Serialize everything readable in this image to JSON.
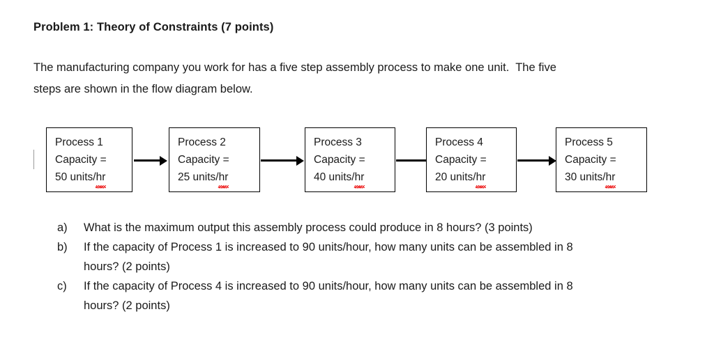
{
  "document": {
    "title": "Problem 1: Theory of Constraints (7 points)",
    "intro": {
      "line1": "The manufacturing company you work for has a five step assembly process to make one unit.  The five",
      "line2": "steps are shown in the flow diagram below."
    }
  },
  "flow_diagram": {
    "connector_icon": "arrow-right-icon",
    "boxes": [
      {
        "name": "Process 1",
        "capacity_label": "Capacity =",
        "value": "50 units/",
        "unit_suffix": "hr",
        "misspelled": true
      },
      {
        "name": "Process 2",
        "capacity_label": "Capacity =",
        "value": "25 units/",
        "unit_suffix": "hr",
        "misspelled": true
      },
      {
        "name": "Process 3",
        "capacity_label": "Capacity =",
        "value": "40 units/",
        "unit_suffix": "hr",
        "misspelled": true
      },
      {
        "name": "Process 4",
        "capacity_label": "Capacity =",
        "value": "20 units/",
        "unit_suffix": "hr",
        "misspelled": true
      },
      {
        "name": "Process 5",
        "capacity_label": "Capacity =",
        "value": "30 units/",
        "unit_suffix": "hr",
        "misspelled": true
      }
    ]
  },
  "questions": [
    {
      "marker": "a)",
      "line1": "What is the maximum output this assembly process could produce in 8 hours? (3 points)",
      "line2": ""
    },
    {
      "marker": "b)",
      "line1": "If the capacity of Process 1 is increased to 90 units/hour, how many units can be assembled in 8",
      "line2": "hours? (2 points)"
    },
    {
      "marker": "c)",
      "line1": "If the capacity of Process 4 is increased to 90 units/hour, how many units can be assembled in 8",
      "line2": "hours? (2 points)"
    }
  ],
  "colors": {
    "text": "#1a1a1a",
    "box_border": "#000000",
    "arrow": "#000000",
    "spellcheck_underline": "#ee2b2b",
    "caret": "#9a9a9a",
    "background": "#ffffff"
  }
}
